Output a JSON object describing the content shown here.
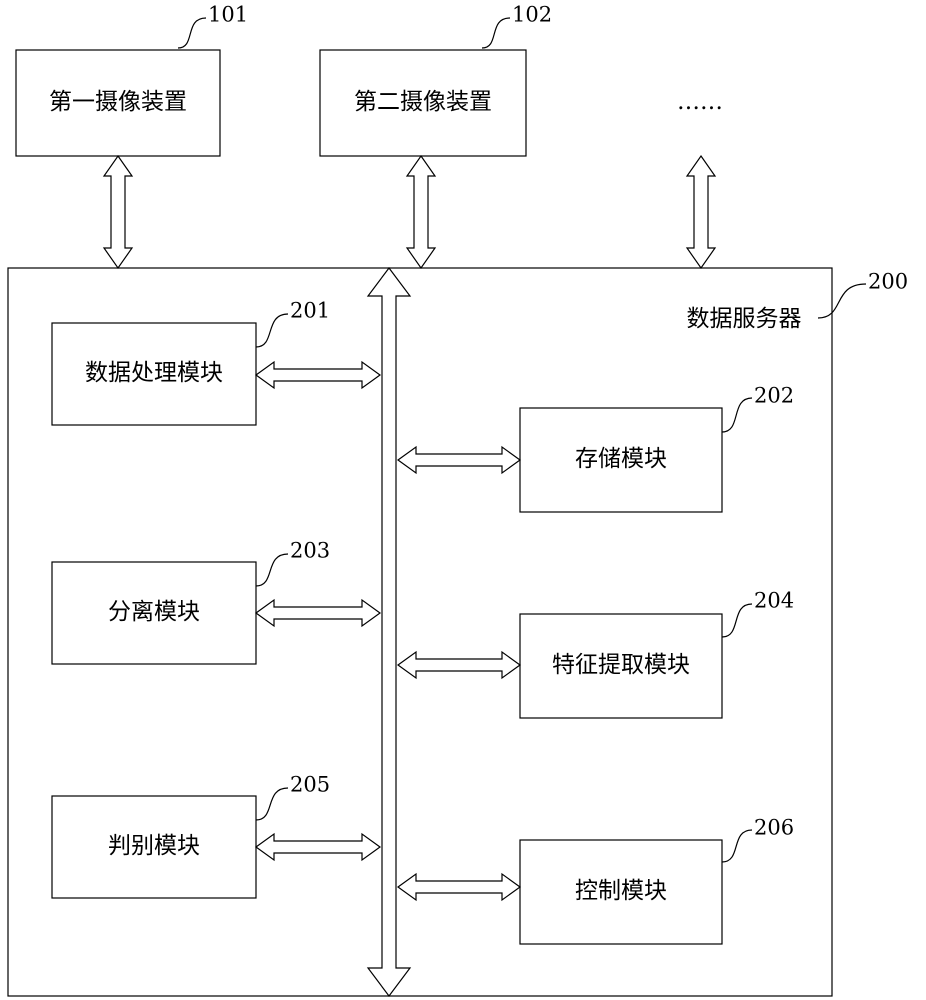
{
  "top_devices": [
    {
      "label": "第一摄像装置",
      "ref": "101"
    },
    {
      "label": "第二摄像装置",
      "ref": "102"
    },
    {
      "label": "……",
      "ref": ""
    }
  ],
  "server": {
    "label": "数据服务器",
    "ref": "200"
  },
  "modules_left": [
    {
      "label": "数据处理模块",
      "ref": "201"
    },
    {
      "label": "分离模块",
      "ref": "203"
    },
    {
      "label": "判别模块",
      "ref": "205"
    }
  ],
  "modules_right": [
    {
      "label": "存储模块",
      "ref": "202"
    },
    {
      "label": "特征提取模块",
      "ref": "204"
    },
    {
      "label": "控制模块",
      "ref": "206"
    }
  ]
}
